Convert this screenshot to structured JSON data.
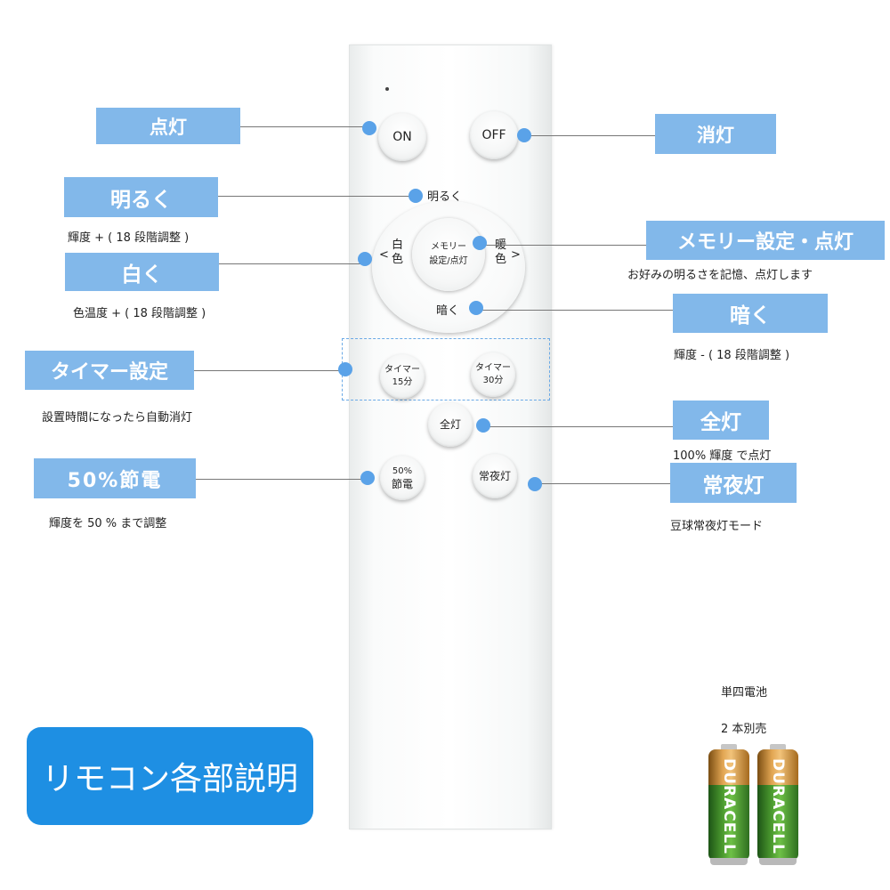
{
  "remote": {
    "buttons": {
      "on": "ON",
      "off": "OFF",
      "brighter": "明るく",
      "memory_line1": "メモリー",
      "memory_line2": "設定/点灯",
      "white_line1": "白",
      "white_line2": "色",
      "warm_line1": "暖",
      "warm_line2": "色",
      "dimmer": "暗く",
      "timer15_line1": "タイマー",
      "timer15_line2": "15分",
      "timer30_line1": "タイマー",
      "timer30_line2": "30分",
      "full": "全灯",
      "eco_line1": "50%",
      "eco_line2": "節電",
      "night": "常夜灯",
      "arrow_left": "<",
      "arrow_right": ">"
    }
  },
  "callouts": {
    "on": {
      "title": "点灯"
    },
    "off": {
      "title": "消灯"
    },
    "brighter": {
      "title": "明るく",
      "desc": "輝度 + ( 18 段階調整 )"
    },
    "white": {
      "title": "白く",
      "desc": "色温度 + ( 18 段階調整 )"
    },
    "memory": {
      "title": "メモリー設定・点灯",
      "desc": "お好みの明るさを記憶、点灯します"
    },
    "dimmer": {
      "title": "暗く",
      "desc": "輝度 - ( 18 段階調整 )"
    },
    "timer": {
      "title": "タイマー設定",
      "desc": "設置時間になったら自動消灯"
    },
    "full": {
      "title": "全灯",
      "desc": "100% 輝度 で点灯"
    },
    "eco": {
      "title": "50%節電",
      "desc": "輝度を 50 % まで調整"
    },
    "night": {
      "title": "常夜灯",
      "desc": "豆球常夜灯モード"
    }
  },
  "summary_title": "リモコン各部説明",
  "battery": {
    "note_line1": "単四電池",
    "note_line2": "2 本別売",
    "brand": "DURACELL"
  },
  "colors": {
    "label_bg": "#82b8ea",
    "dot": "#5aa2e8",
    "summary_bg": "#1e8fe3",
    "timer_frame": "#6aa9e6"
  }
}
